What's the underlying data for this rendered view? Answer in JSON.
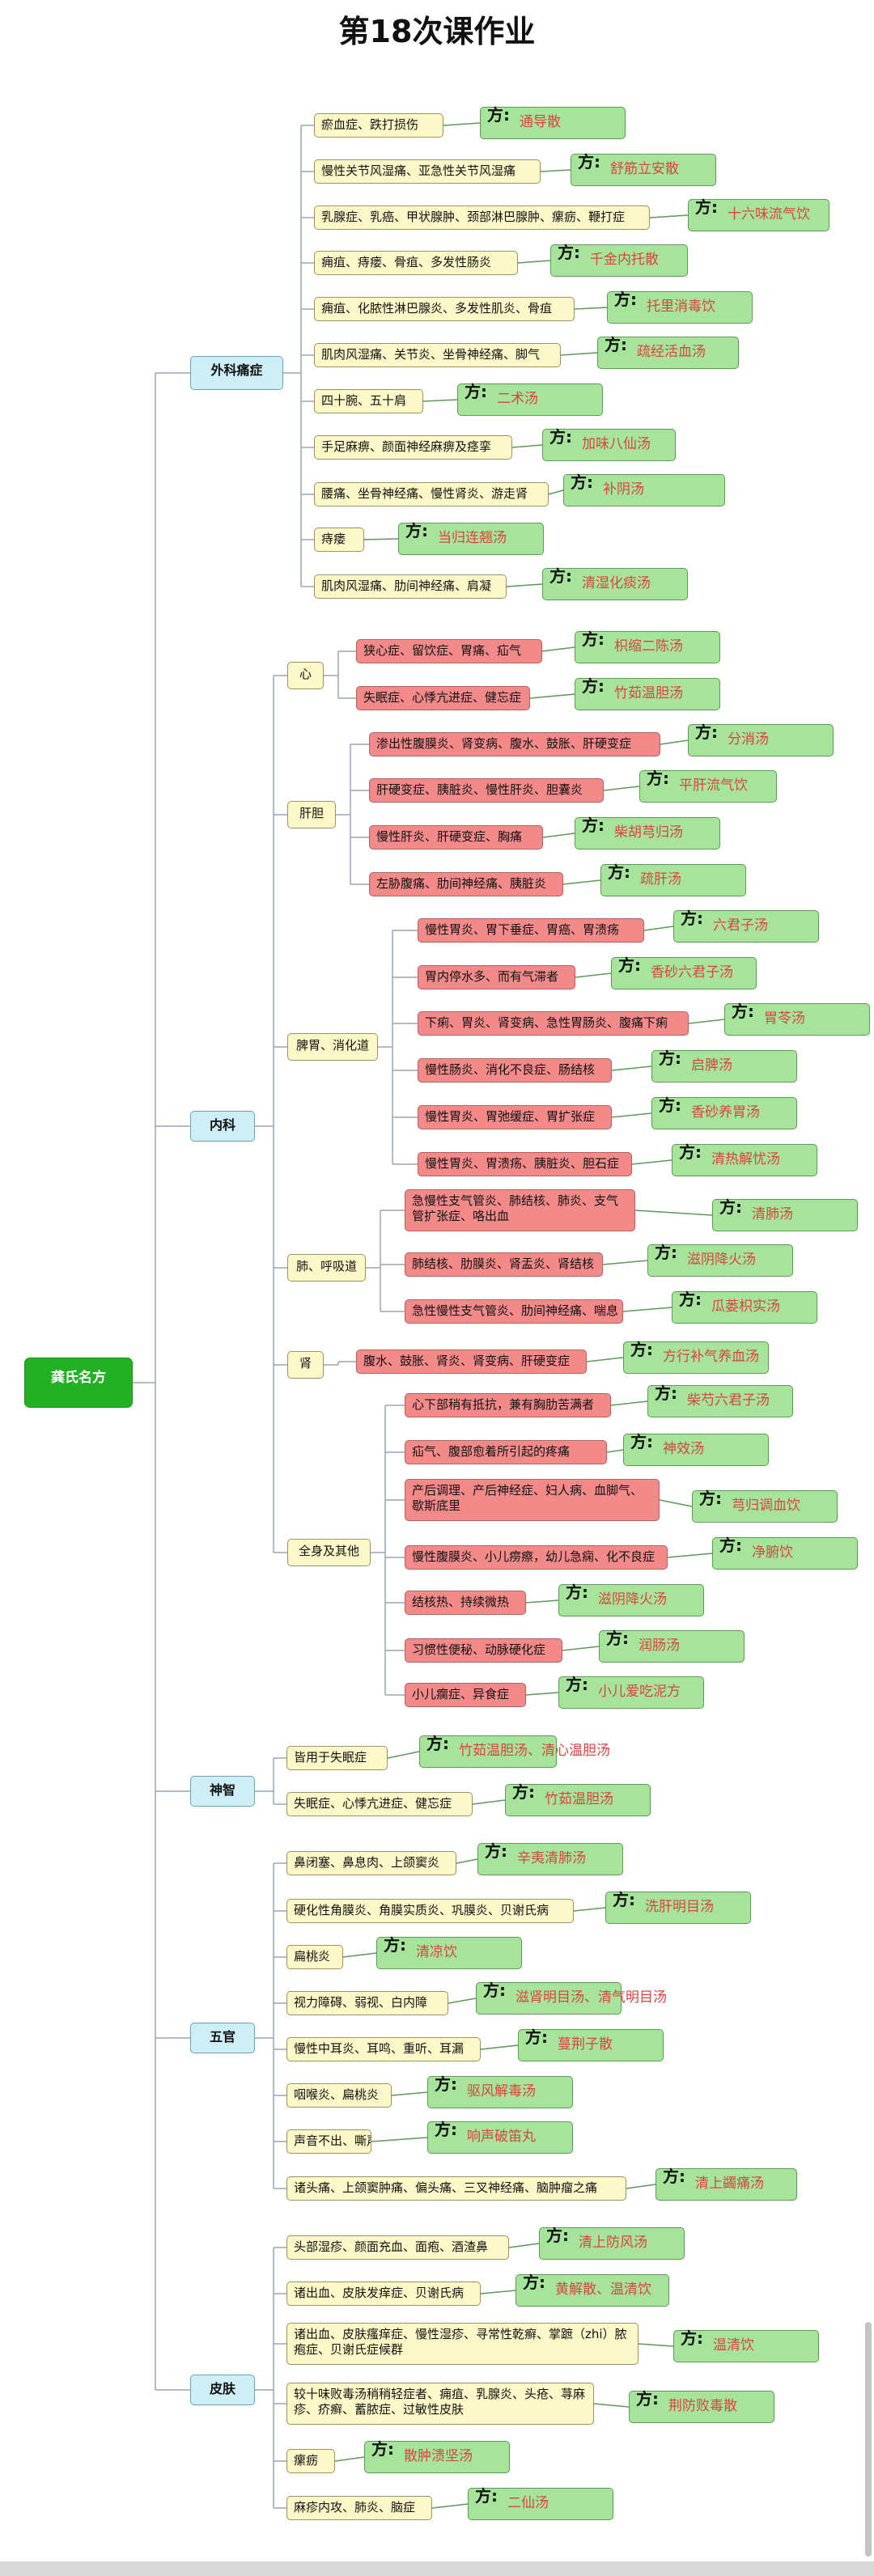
{
  "title": "第18次课作业",
  "rx_prefix": "方:",
  "root": "龚氏名方",
  "categories": [
    {
      "name": "外科痛症",
      "children": [
        {
          "t": "瘀血症、跌打损伤",
          "rx": "通导散"
        },
        {
          "t": "慢性关节风湿痛、亚急性关节风湿痛",
          "rx": "舒筋立安散"
        },
        {
          "t": "乳腺症、乳癌、甲状腺肿、颈部淋巴腺肿、瘰疬、鞭打症",
          "rx": "十六味流气饮"
        },
        {
          "t": "痈疽、痔瘘、骨疽、多发性肠炎",
          "rx": "千金内托散"
        },
        {
          "t": "痈疽、化脓性淋巴腺炎、多发性肌炎、骨疽",
          "rx": "托里消毒饮"
        },
        {
          "t": "肌肉风湿痛、关节炎、坐骨神经痛、脚气",
          "rx": "疏经活血汤"
        },
        {
          "t": "四十腕、五十肩",
          "rx": "二术汤"
        },
        {
          "t": "手足麻痹、颜面神经麻痹及痉挛",
          "rx": "加味八仙汤"
        },
        {
          "t": "腰痛、坐骨神经痛、慢性肾炎、游走肾",
          "rx": "补阴汤"
        },
        {
          "t": "痔瘘",
          "rx": "当归连翘汤"
        },
        {
          "t": "肌肉风湿痛、肋间神经痛、肩凝",
          "rx": "清湿化痰汤"
        }
      ]
    },
    {
      "name": "内科",
      "subs": [
        {
          "name": "心",
          "children": [
            {
              "t": "狭心症、留饮症、胃痛、疝气",
              "rx": "枳缩二陈汤"
            },
            {
              "t": "失眠症、心悸亢进症、健忘症",
              "rx": "竹茹温胆汤"
            }
          ]
        },
        {
          "name": "肝胆",
          "children": [
            {
              "t": "渗出性腹膜炎、肾变病、腹水、鼓胀、肝硬变症",
              "rx": "分消汤"
            },
            {
              "t": "肝硬变症、胰脏炎、慢性肝炎、胆囊炎",
              "rx": "平肝流气饮"
            },
            {
              "t": "慢性肝炎、肝硬变症、胸痛",
              "rx": "柴胡芎归汤"
            },
            {
              "t": "左胁腹痛、肋间神经痛、胰脏炎",
              "rx": "疏肝汤"
            }
          ]
        },
        {
          "name": "脾胃、消化道",
          "children": [
            {
              "t": "慢性胃炎、胃下垂症、胃癌、胃溃疡",
              "rx": "六君子汤"
            },
            {
              "t": "胃内停水多、而有气滞者",
              "rx": "香砂六君子汤"
            },
            {
              "t": "下痢、胃炎、肾变病、急性胃肠炎、腹痛下痢",
              "rx": "胃苓汤"
            },
            {
              "t": "慢性肠炎、消化不良症、肠结核",
              "rx": "启脾汤"
            },
            {
              "t": "慢性胃炎、胃弛缓症、胃扩张症",
              "rx": "香砂养胃汤"
            },
            {
              "t": "慢性胃炎、胃溃疡、胰脏炎、胆石症",
              "rx": "清热解忧汤"
            }
          ]
        },
        {
          "name": "肺、呼吸道",
          "children": [
            {
              "t": "急慢性支气管炎、肺结核、肺炎、支气管扩张症、咯出血",
              "rx": "清肺汤"
            },
            {
              "t": "肺结核、肋膜炎、肾盂炎、肾结核",
              "rx": "滋阴降火汤"
            },
            {
              "t": "急性慢性支气管炎、肋间神经痛、喘息",
              "rx": "瓜蒌枳实汤"
            }
          ]
        },
        {
          "name": "肾",
          "children": [
            {
              "t": "腹水、鼓胀、肾炎、肾变病、肝硬变症",
              "rx": "方行补气养血汤"
            }
          ]
        },
        {
          "name": "全身及其他",
          "children": [
            {
              "t": "心下部稍有抵抗，兼有胸肋苦满者",
              "rx": "柴芍六君子汤"
            },
            {
              "t": "疝气、腹部愈着所引起的疼痛",
              "rx": "神效汤"
            },
            {
              "t": "产后调理、产后神经症、妇人病、血脚气、歇斯底里",
              "rx": "芎归调血饮"
            },
            {
              "t": "慢性腹膜炎、小儿痨瘵，幼儿急痫、化不良症",
              "rx": "净腑饮"
            },
            {
              "t": "结核热、持续微热",
              "rx": "滋阴降火汤"
            },
            {
              "t": "习惯性便秘、动脉硬化症",
              "rx": "润肠汤"
            },
            {
              "t": "小儿瘸症、异食症",
              "rx": "小儿爱吃泥方"
            }
          ]
        }
      ]
    },
    {
      "name": "神智",
      "children": [
        {
          "t": "皆用于失眠症",
          "rx": "竹茹温胆汤、清心温胆汤"
        },
        {
          "t": "失眠症、心悸亢进症、健忘症",
          "rx": "竹茹温胆汤"
        }
      ]
    },
    {
      "name": "五官",
      "children": [
        {
          "t": "鼻闭塞、鼻息肉、上颌窦炎",
          "rx": "辛夷清肺汤"
        },
        {
          "t": "硬化性角膜炎、角膜实质炎、巩膜炎、贝谢氏病",
          "rx": "洗肝明目汤"
        },
        {
          "t": "扁桃炎",
          "rx": "清凉饮"
        },
        {
          "t": "视力障碍、弱视、白内障",
          "rx": "滋肾明目汤、清气明目汤"
        },
        {
          "t": "慢性中耳炎、耳鸣、重听、耳漏",
          "rx": "蔓荆子散"
        },
        {
          "t": "咽喉炎、扁桃炎",
          "rx": "驱风解毒汤"
        },
        {
          "t": "声音不出、嘶声",
          "rx": "响声破笛丸"
        },
        {
          "t": "诸头痛、上颌窦肿痛、偏头痛、三叉神经痛、脑肿瘤之痛",
          "rx": "清上蠲痛汤"
        }
      ]
    },
    {
      "name": "皮肤",
      "children": [
        {
          "t": "头部湿疹、颜面充血、面疱、酒渣鼻",
          "rx": "清上防风汤"
        },
        {
          "t": "诸出血、皮肤发痒症、贝谢氏病",
          "rx": "黄解散、温清饮"
        },
        {
          "t": "诸出血、皮肤瘙痒症、慢性湿疹、寻常性乾癣、掌蹠（zhi）脓疱症、贝谢氏症候群",
          "rx": "温清饮"
        },
        {
          "t": "较十味败毒汤稍稍轻症者、痈疽、乳腺炎、头疮、荨麻疹、疥癣、蓄脓症、过敏性皮肤",
          "rx": "荆防败毒散"
        },
        {
          "t": "瘰疬",
          "rx": "散肿溃坚汤"
        },
        {
          "t": "麻疹内攻、肺炎、脑症",
          "rx": "二仙汤"
        }
      ]
    }
  ]
}
